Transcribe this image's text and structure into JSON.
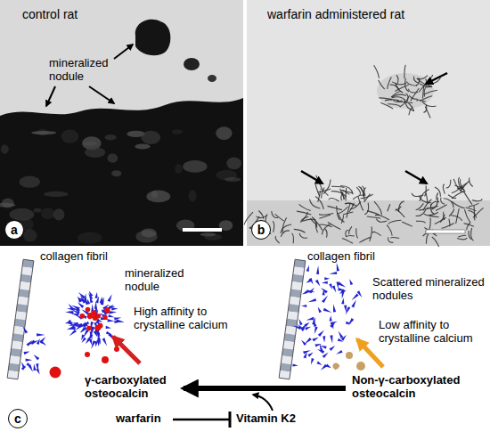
{
  "diagram": {
    "nodes": [
      {
        "text": [
          "control rat",
          "mineralized nodule"
        ]
      },
      {
        "text": [
          "a"
        ],
        "in": 0
      },
      {
        "text": [
          "warfarin administered rat"
        ]
      },
      {
        "text": [
          "b"
        ],
        "in": 2
      },
      {
        "text": [
          "c"
        ]
      }
    ],
    "labels": [
      "collagen fibril",
      "mineralized nodule",
      "High affinity to crystalline calcium",
      "γ-carboxylated osteocalcin",
      "collagen fibril",
      "Scattered mineralized nodules",
      "Low affinity to crystalline calcium",
      "Non-γ-carboxylated osteocalcin",
      "warfarin",
      "Vitamin K2"
    ]
  }
}
